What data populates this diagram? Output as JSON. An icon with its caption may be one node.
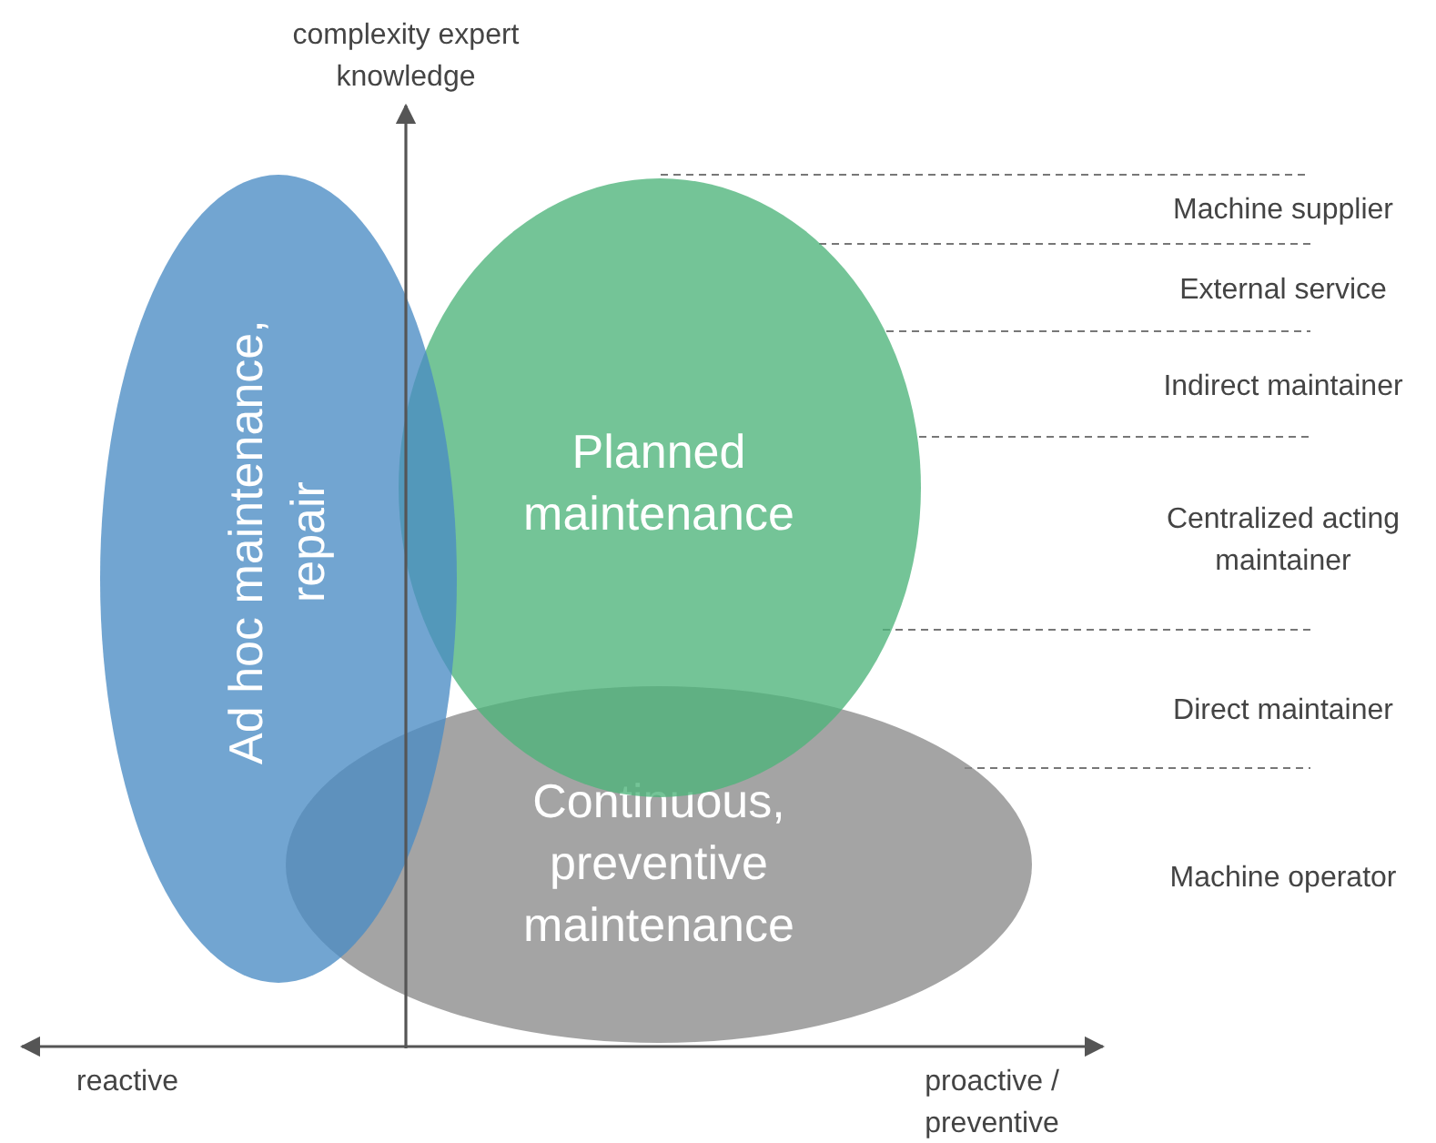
{
  "diagram": {
    "nodes": [
      {
        "text": [
          "Ad hoc maintenance, repair"
        ]
      },
      {
        "text": [
          "Planned maintenance"
        ]
      },
      {
        "text": [
          "Continuous, preventive maintenance"
        ]
      }
    ],
    "labels": [
      "complexity expert knowledge",
      "Machine supplier",
      "External service",
      "Indirect maintainer",
      "Centralized acting maintainer",
      "Direct maintainer",
      "Machine operator",
      "reactive",
      "proactive / preventive"
    ]
  }
}
